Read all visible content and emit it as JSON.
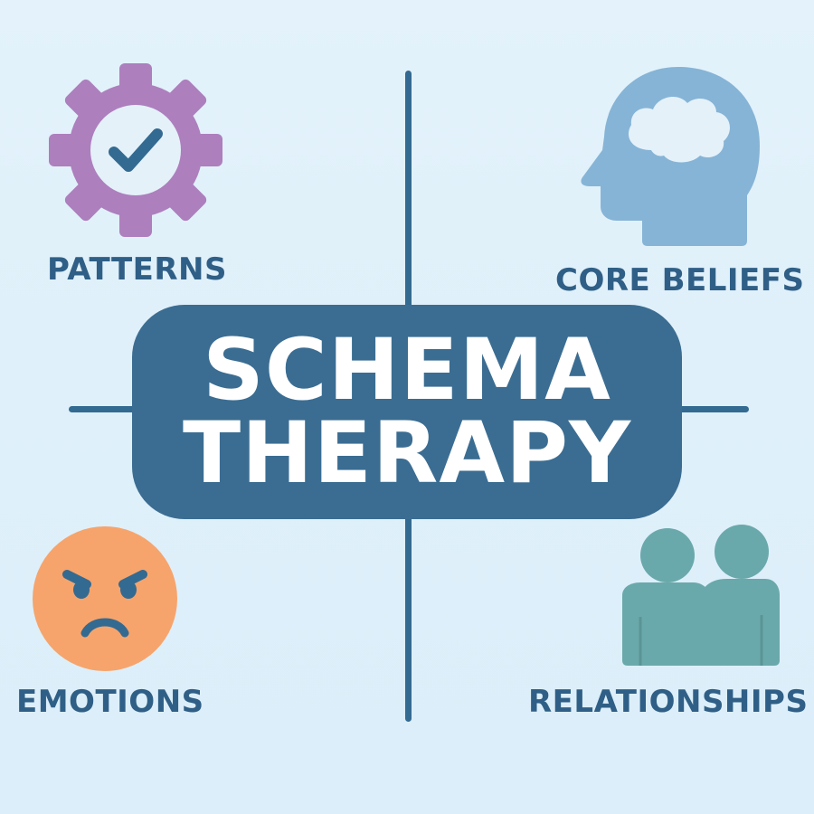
{
  "title": {
    "line1": "SCHEMA",
    "line2": "THERAPY"
  },
  "quadrants": [
    {
      "label": "PATTERNS",
      "icon": "gear-check-icon",
      "color": "#ad7fbd"
    },
    {
      "label": "CORE BELIEFS",
      "icon": "head-cloud-icon",
      "color": "#86b4d6"
    },
    {
      "label": "EMOTIONS",
      "icon": "angry-face-icon",
      "color": "#f6a46c"
    },
    {
      "label": "RELATIONSHIPS",
      "icon": "two-people-icon",
      "color": "#6aa9ab"
    }
  ],
  "colors": {
    "background": "#dfeff9",
    "primary": "#3b6d92",
    "text": "#2f5f86"
  }
}
